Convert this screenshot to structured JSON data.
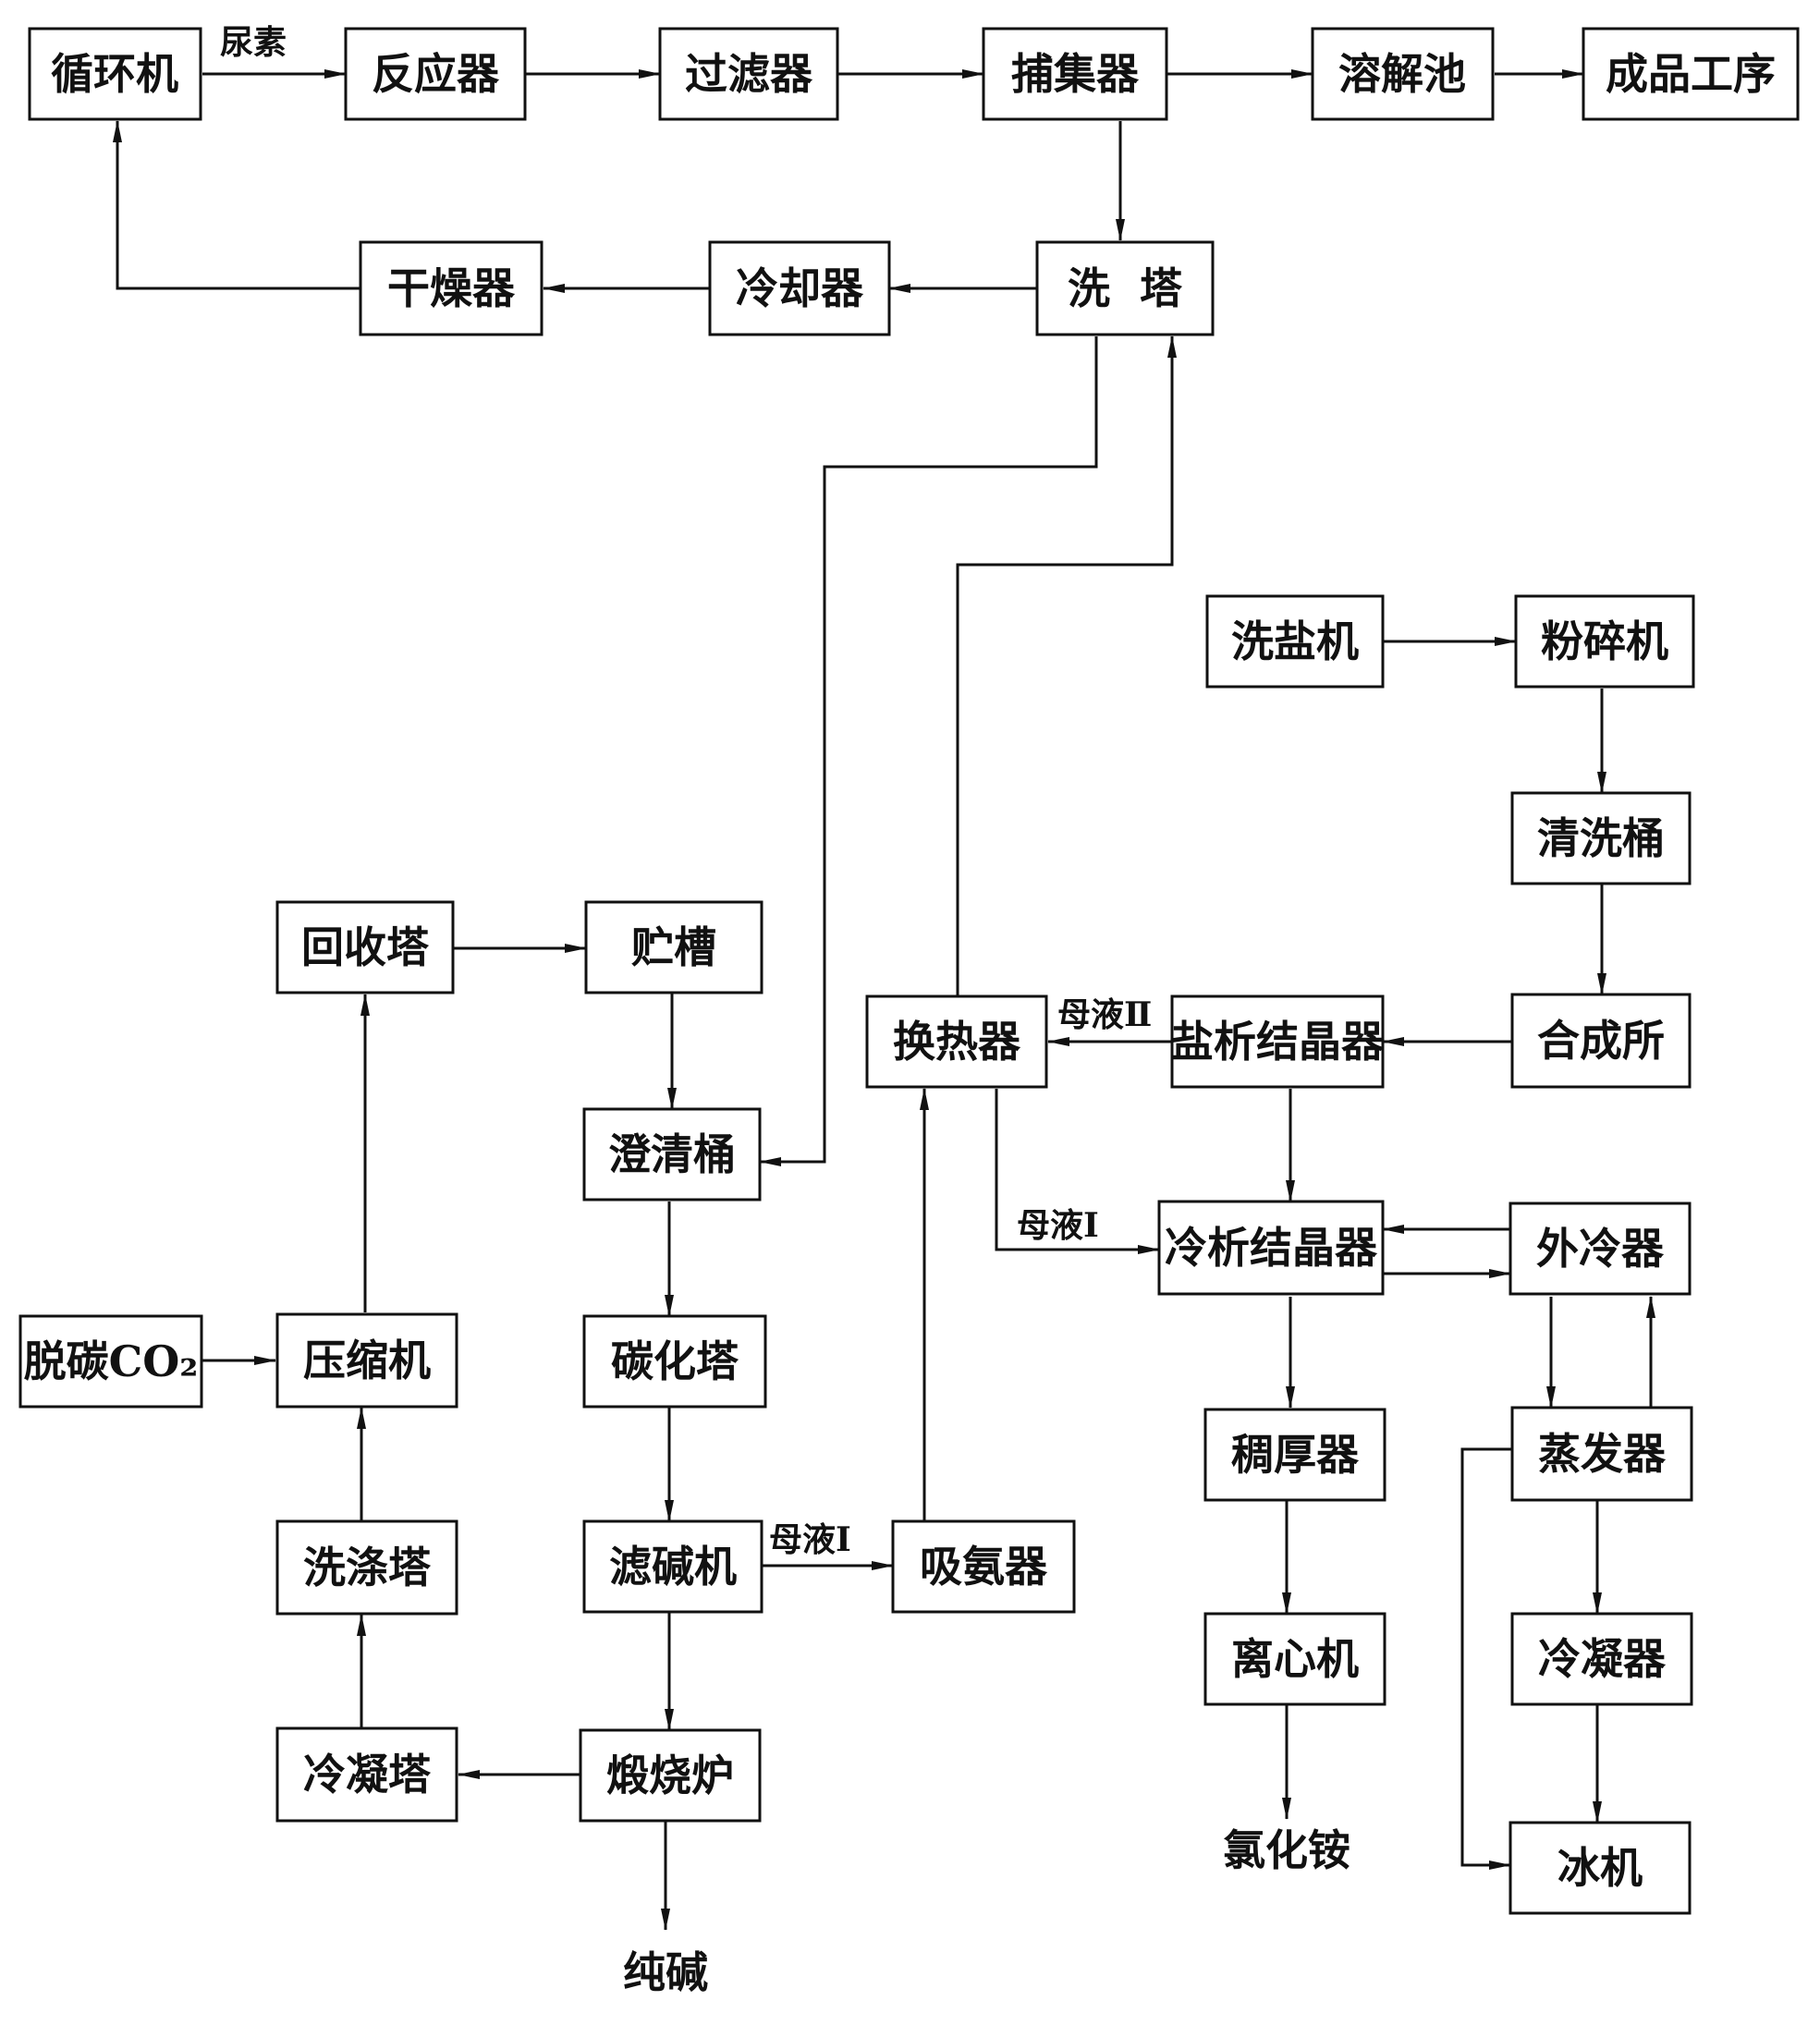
{
  "boxes": {
    "xunhuanji": "循环机",
    "fanyingqi": "反应器",
    "guolvqi": "过滤器",
    "bujiqi": "捕集器",
    "rongjiechi": "溶解池",
    "chengpin": "成品工序",
    "ganzaoqi": "干燥器",
    "lengqueqi": "冷却器",
    "xita": "洗  塔",
    "xiyanji": "洗盐机",
    "fensuiji": "粉碎机",
    "qingxitong": "清洗桶",
    "hechengsuo": "合成所",
    "huishouta": "回收塔",
    "zhucao": "贮槽",
    "huanreqi": "换热器",
    "yanxijiejing": "盐析结晶器",
    "chengqingtong": "澄清桶",
    "lengxijiejing": "冷析结晶器",
    "wailengqi": "外冷器",
    "tuotan": "脱碳CO₂",
    "yasuoji": "压缩机",
    "tanhuata": "碳化塔",
    "zhengfaqi": "蒸发器",
    "chouhouqi": "稠厚器",
    "xidita": "洗涤塔",
    "lvjianji": "滤碱机",
    "xianqi": "吸氨器",
    "lixinji": "离心机",
    "lengningqi": "冷凝器",
    "lengningta": "冷凝塔",
    "duanshaolu": "煅烧炉",
    "bingji": "冰机"
  },
  "labels": {
    "niaosu": "尿素",
    "muye2": "母液Ⅱ",
    "muye1_a": "母液Ⅰ",
    "muye1_b": "母液Ⅰ"
  },
  "outputs": {
    "lvhuaan": "氯化铵",
    "chunjian": "纯碱"
  }
}
